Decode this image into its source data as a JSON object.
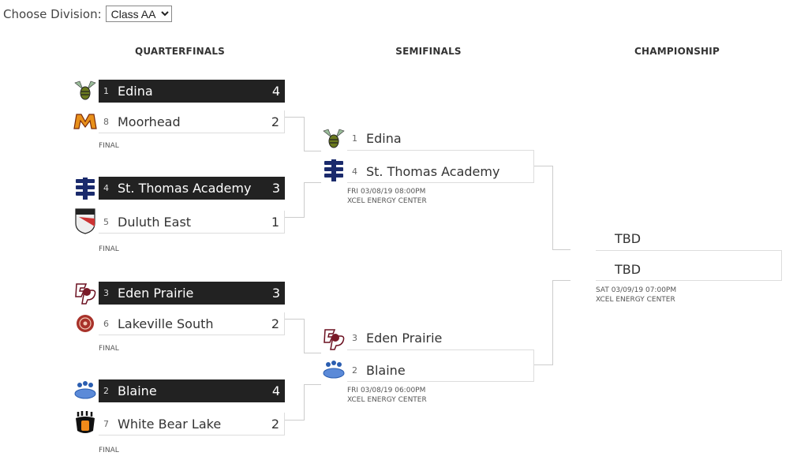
{
  "division": {
    "label": "Choose Division:",
    "selected": "Class AA"
  },
  "rounds": {
    "quarterfinals": "QUARTERFINALS",
    "semifinals": "SEMIFINALS",
    "championship": "CHAMPIONSHIP"
  },
  "quarterfinals": [
    {
      "top": {
        "seed": "1",
        "name": "Edina",
        "score": "4",
        "logo": "edina-hornet-icon"
      },
      "bottom": {
        "seed": "8",
        "name": "Moorhead",
        "score": "2",
        "logo": "moorhead-m-icon"
      },
      "status": "FINAL"
    },
    {
      "top": {
        "seed": "4",
        "name": "St. Thomas Academy",
        "score": "3",
        "logo": "st-thomas-academy-icon"
      },
      "bottom": {
        "seed": "5",
        "name": "Duluth East",
        "score": "1",
        "logo": "duluth-east-shield-icon"
      },
      "status": "FINAL"
    },
    {
      "top": {
        "seed": "3",
        "name": "Eden Prairie",
        "score": "3",
        "logo": "eden-prairie-eagle-icon"
      },
      "bottom": {
        "seed": "6",
        "name": "Lakeville South",
        "score": "2",
        "logo": "lakeville-south-icon"
      },
      "status": "FINAL"
    },
    {
      "top": {
        "seed": "2",
        "name": "Blaine",
        "score": "4",
        "logo": "blaine-paw-icon"
      },
      "bottom": {
        "seed": "7",
        "name": "White Bear Lake",
        "score": "2",
        "logo": "white-bear-lake-paw-icon"
      },
      "status": "FINAL"
    }
  ],
  "semifinals": [
    {
      "top": {
        "seed": "1",
        "name": "Edina"
      },
      "bottom": {
        "seed": "4",
        "name": "St. Thomas Academy"
      },
      "datetime": "FRI 03/08/19 08:00PM",
      "venue": "XCEL ENERGY CENTER"
    },
    {
      "top": {
        "seed": "3",
        "name": "Eden Prairie"
      },
      "bottom": {
        "seed": "2",
        "name": "Blaine"
      },
      "datetime": "FRI 03/08/19 06:00PM",
      "venue": "XCEL ENERGY CENTER"
    }
  ],
  "championship": {
    "top": {
      "name": "TBD"
    },
    "bottom": {
      "name": "TBD"
    },
    "datetime": "SAT 03/09/19 07:00PM",
    "venue": "XCEL ENERGY CENTER"
  },
  "colors": {
    "winner_bg": "#222222",
    "line": "#cccccc"
  }
}
